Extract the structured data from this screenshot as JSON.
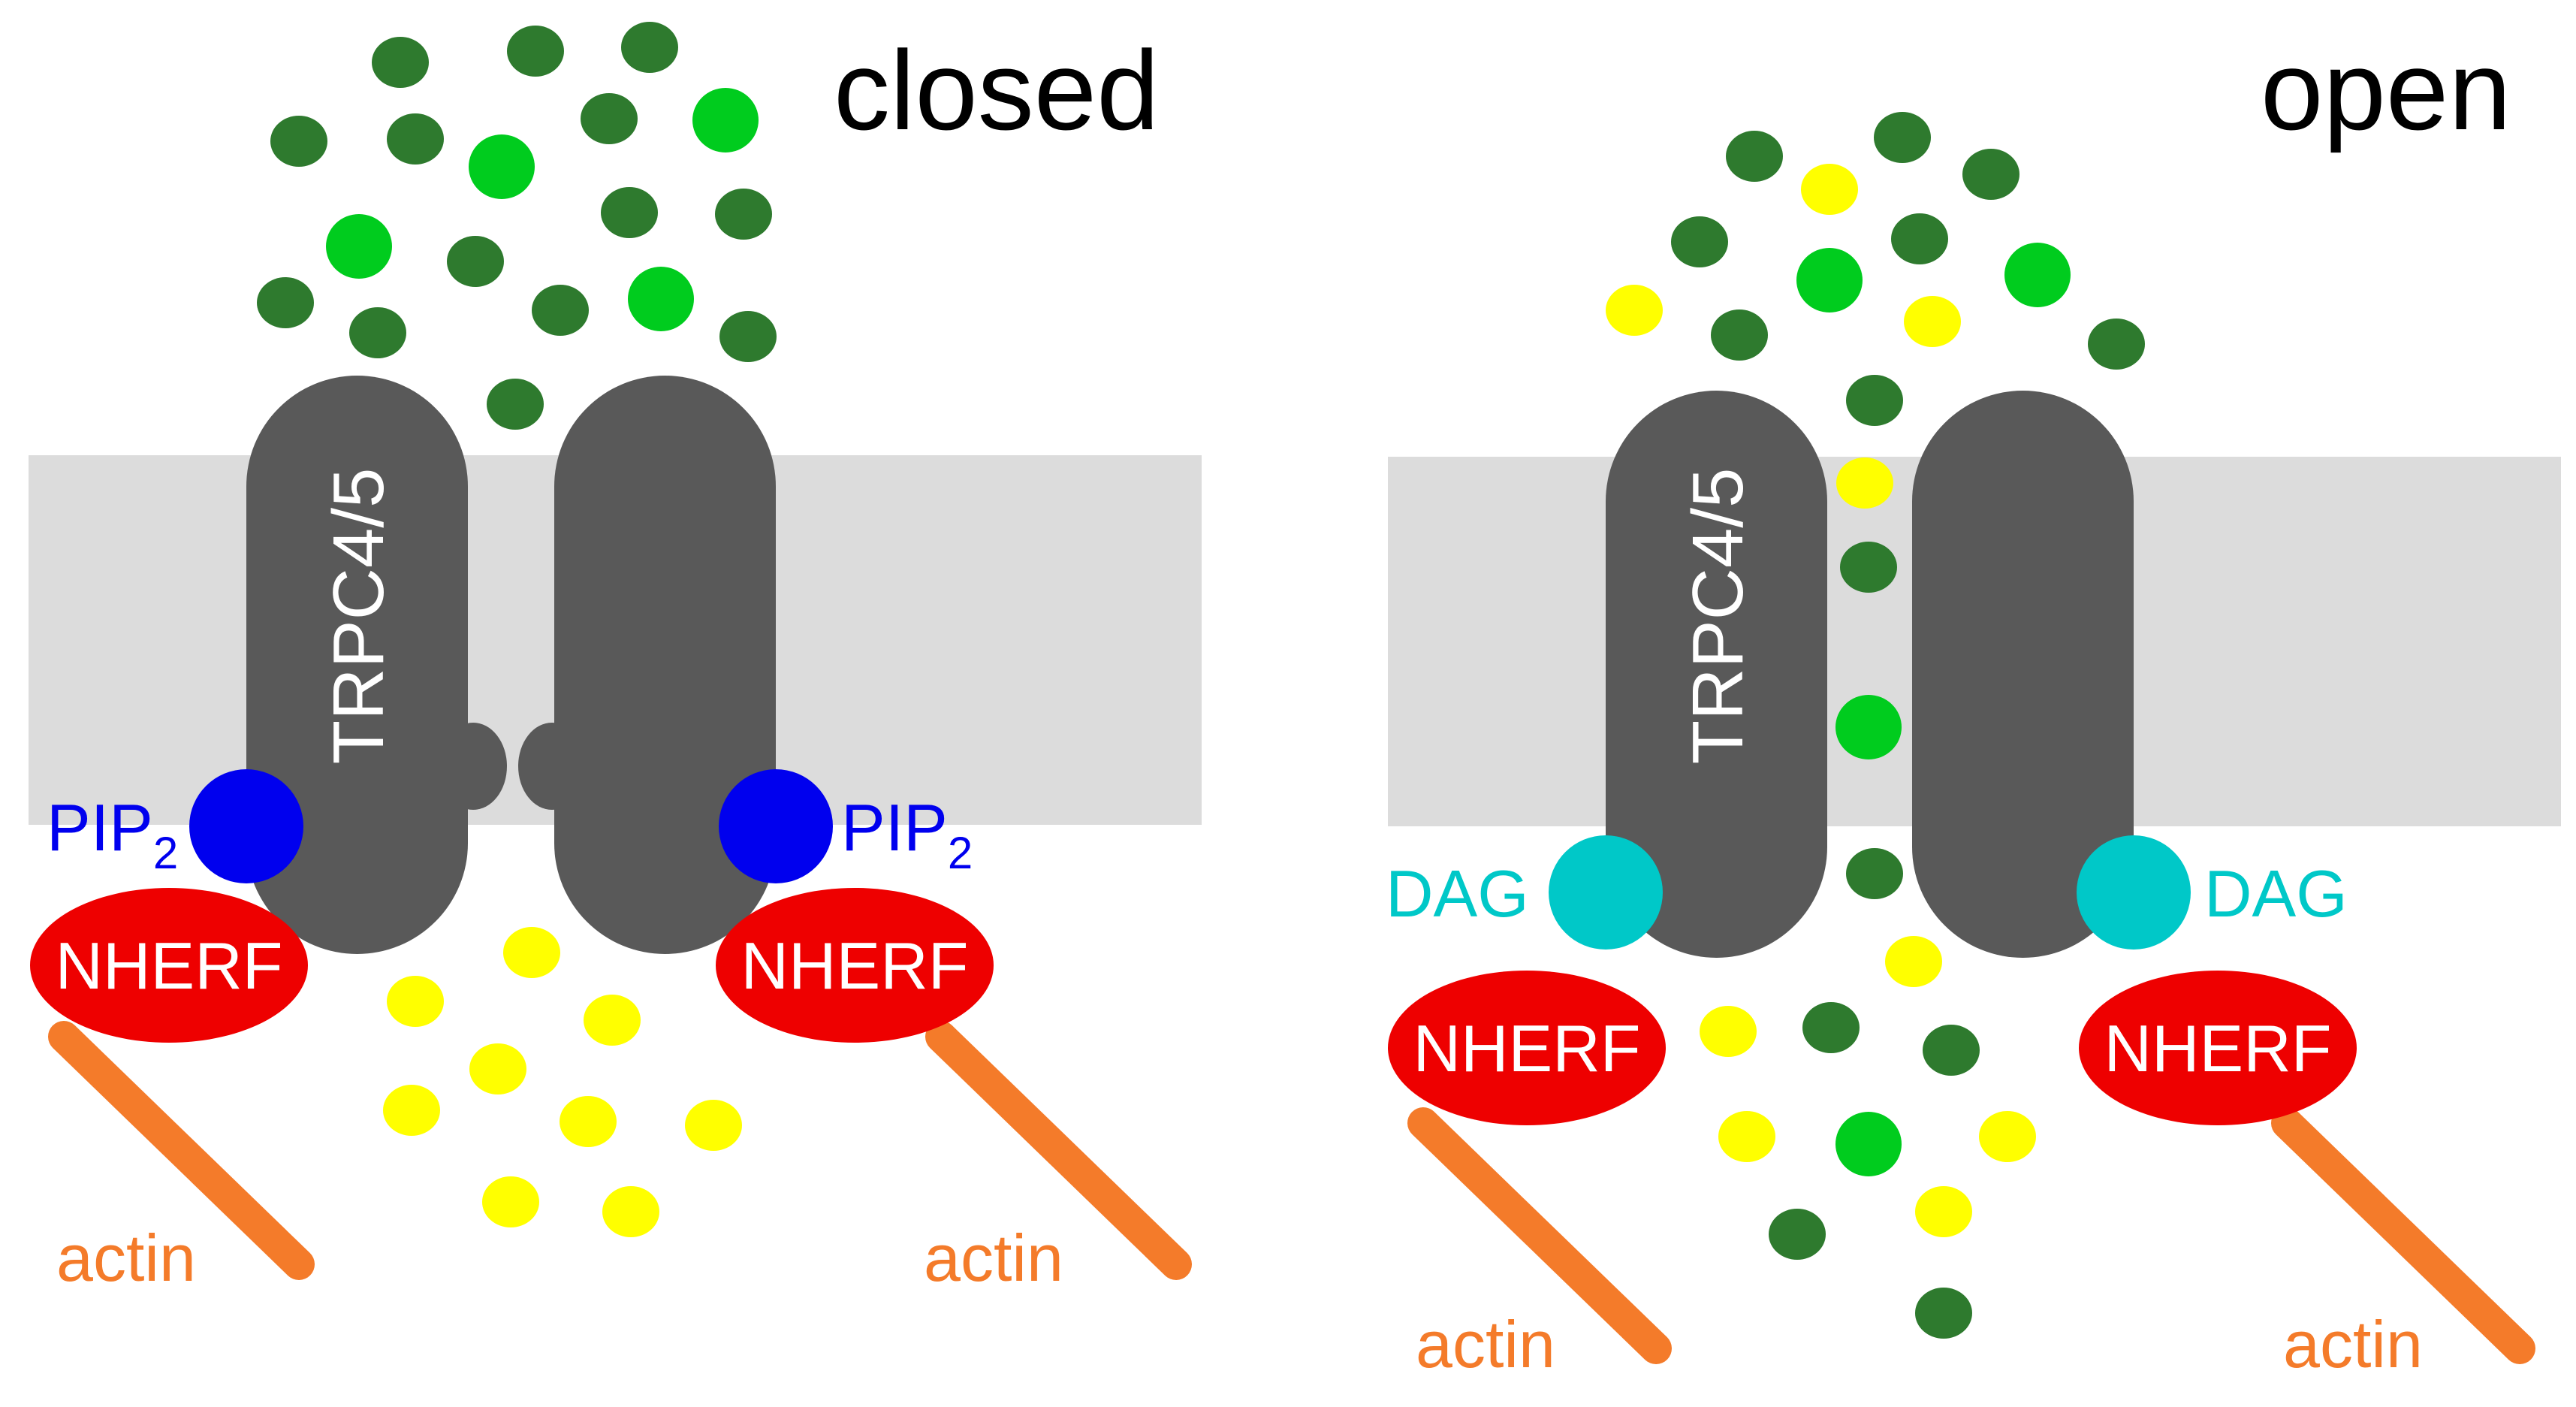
{
  "panels": [
    {
      "state_label": "closed",
      "channel_label": "TRPC4/5",
      "lipid_label": "PIP",
      "lipid_subscript": "2",
      "scaffold_label": "NHERF",
      "cytoskeleton_label": "actin"
    },
    {
      "state_label": "open",
      "channel_label": "TRPC4/5",
      "lipid_label": "DAG",
      "lipid_subscript": "",
      "scaffold_label": "NHERF",
      "cytoskeleton_label": "actin"
    }
  ],
  "colors": {
    "membrane": "#dcdcdc",
    "channel": "#595959",
    "pip2": "#0000ee",
    "dag": "#00c8c8",
    "nherf": "#ee0000",
    "actin": "#f47b2a",
    "ion_dark_green": "#2e7a2e",
    "ion_bright_green": "#00cc1e",
    "ion_yellow": "#ffff00",
    "text": "#000000"
  }
}
